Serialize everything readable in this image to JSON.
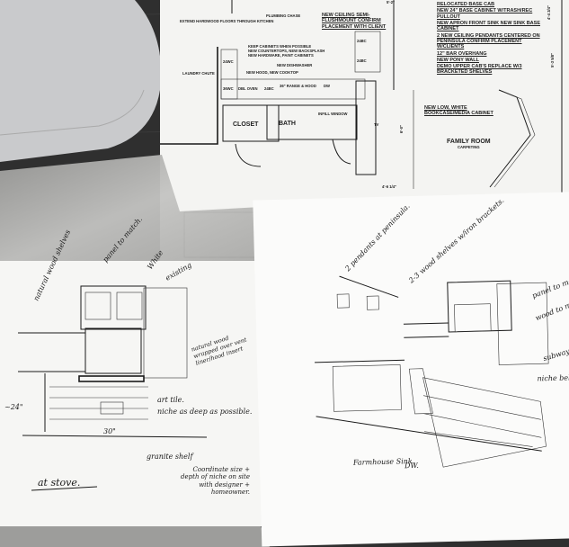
{
  "scene": {
    "colors": {
      "desk": "#2f2f2f",
      "laptop": "#c9cacc",
      "paper": "#f7f7f5",
      "tracing": "#b9b9b7"
    },
    "floor_plan": {
      "rooms": [
        "CLOSET",
        "BATH",
        "FAMILY ROOM"
      ],
      "room_sub": "CARPETING",
      "cabinets": [
        "24WC",
        "36WC",
        "DBL OVEN",
        "24BC",
        "36\" RANGE & HOOD",
        "DW",
        "24BC",
        "24BC",
        "TV"
      ],
      "notes": [
        "EXTEND HARDWOOD FLOORS THROUGH KITCHEN",
        "PLUMBING CHASE",
        "NEW CEILING SEMI-FLUSHMOUNT CONFIRM PLACEMENT WITH CLIENT",
        "KEEP CABINETS WHEN POSSIBLE",
        "NEW COUNTERTOPS, NEW BACKSPLASH",
        "NEW HARDWARE, PAINT CABINETS",
        "NEW DISHWASHER",
        "NEW HOOD, NEW COOKTOP",
        "LAUNDRY CHUTE",
        "INFILL WINDOW",
        "RELOCATED BASE CAB",
        "NEW 24\" BASE CABINET W/TRASH/REC PULLOUT",
        "NEW APRON FRONT SINK NEW SINK BASE CABINET",
        "2 NEW CEILING PENDANTS CENTERED ON PENINSULA CONFIRM PLACEMENT W/CLIENTS",
        "12\" BAR OVERHANG",
        "NEW PONY WALL",
        "DEMO UPPER CAB'S REPLACE W/3 BRACKETED SHELVES",
        "NEW LOW, WHITE BOOKCASE/MEDIA CABINET"
      ],
      "dimensions": [
        "5'-2\"",
        "4'-4 3/4\"",
        "5'-3 5/8\"",
        "6'-0\"",
        "4'-6 1/4\""
      ]
    },
    "stove_sketch": {
      "notes": [
        "panel to match.",
        "White",
        "existing",
        "natural wood shelves",
        "natural wood wrapped over vent liner/hood insert",
        "art tile.",
        "niche as deep as possible.",
        "granite shelf",
        "Coordinate size + depth of niche on site with designer + homeowner."
      ],
      "dimensions": [
        "~24\"",
        "30\""
      ],
      "caption": "at stove."
    },
    "kitchen_sketch": {
      "notes": [
        "2 pendants at peninsula.",
        "2-3 wood shelves w/iron brackets.",
        "panel to match cabinet + doors",
        "wood to match shelves",
        "subway",
        "niche behind",
        "Farmhouse Sink.",
        "DW."
      ]
    }
  }
}
